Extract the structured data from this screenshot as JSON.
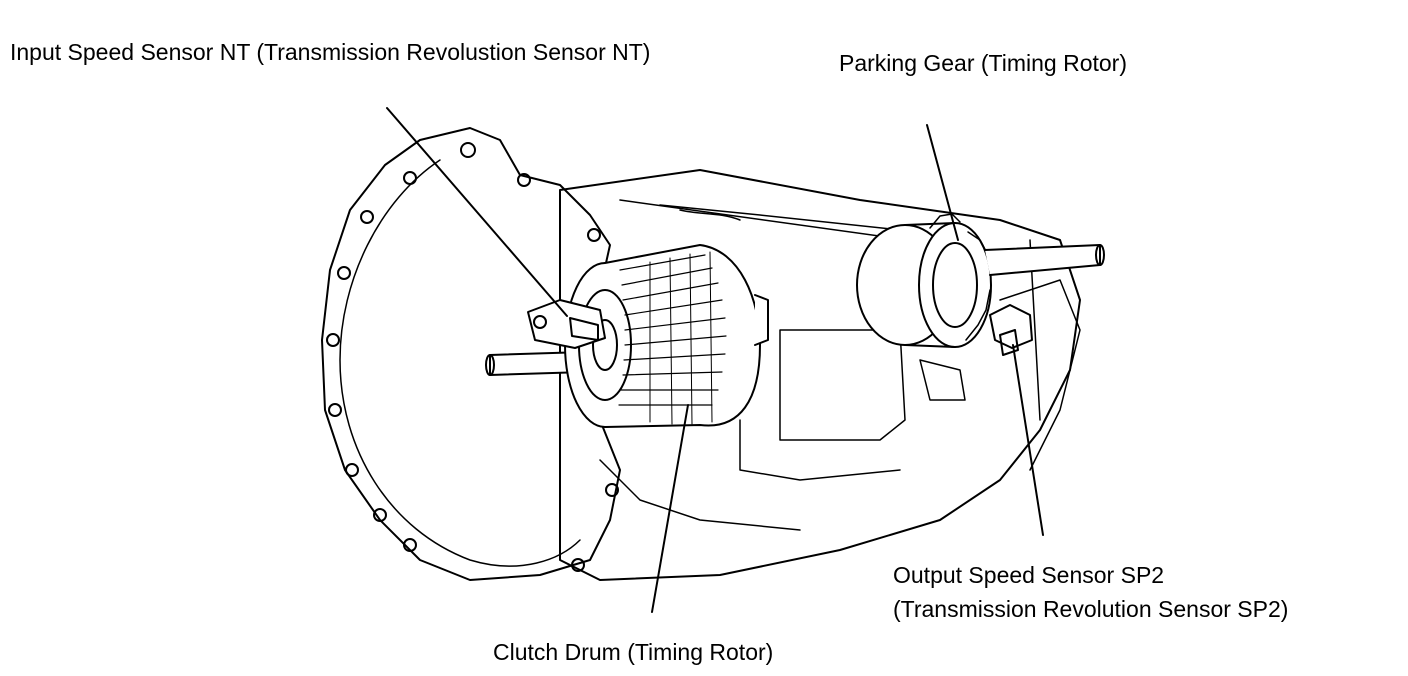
{
  "labels": {
    "input_speed_sensor": "Input Speed Sensor NT (Transmission Revolustion Sensor NT)",
    "parking_gear": "Parking Gear (Timing Rotor)",
    "output_speed_sensor_line1": "Output Speed Sensor SP2",
    "output_speed_sensor_line2": "(Transmission Revolution Sensor SP2)",
    "clutch_drum": "Clutch Drum (Timing Rotor)"
  },
  "colors": {
    "line": "#000000",
    "background": "#ffffff"
  }
}
